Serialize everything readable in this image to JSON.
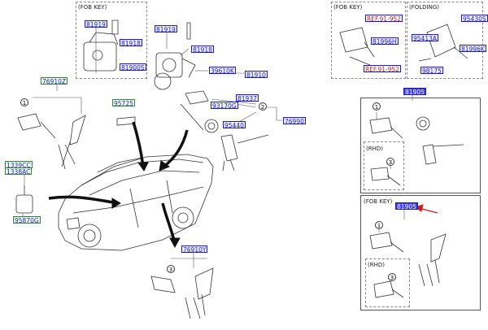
{
  "captions": {
    "fob_key_1": "(FOB KEY)",
    "fob_key_2": "(FOB KEY)",
    "folding": "(FOLDING)",
    "rhd_1": "(RHD)",
    "fob_key_3": "(FOB KEY)",
    "rhd_2": "(RHD)"
  },
  "labels": {
    "p81919_a": "81919",
    "p81918_a": "81918",
    "p81900s": "81900S",
    "p81919_b": "81919",
    "p81918_b": "81918",
    "p39610k": "39610K",
    "p81910": "81910",
    "p81937": "81937",
    "p93170g": "93170G",
    "p95440": "95440",
    "p76990": "76990",
    "p76910z": "76910Z",
    "p95725": "95725",
    "p1339cc": "1339CC",
    "p1338ac": "1338AC",
    "p95870g": "95870G",
    "p76910y": "76910Y",
    "ref_a": "REF.91-952",
    "p81996h": "81996H",
    "ref_b": "REF.91-952",
    "p95430s": "95430S",
    "p95413a": "95413A",
    "p81996k": "81996K",
    "p98175": "98175",
    "p81905": "81905",
    "p81905_b": "81905"
  },
  "callouts": {
    "c1_a": "1",
    "c2": "2",
    "c3_a": "3",
    "c1_b": "1",
    "c3_b": "3",
    "c1_c": "1",
    "c3_c": "3"
  },
  "colors": {
    "label_blue": "#1a1ad6",
    "highlight": "#3a3aff",
    "arrow_red": "#d21c1c",
    "green_border": "#2a8a2a"
  }
}
